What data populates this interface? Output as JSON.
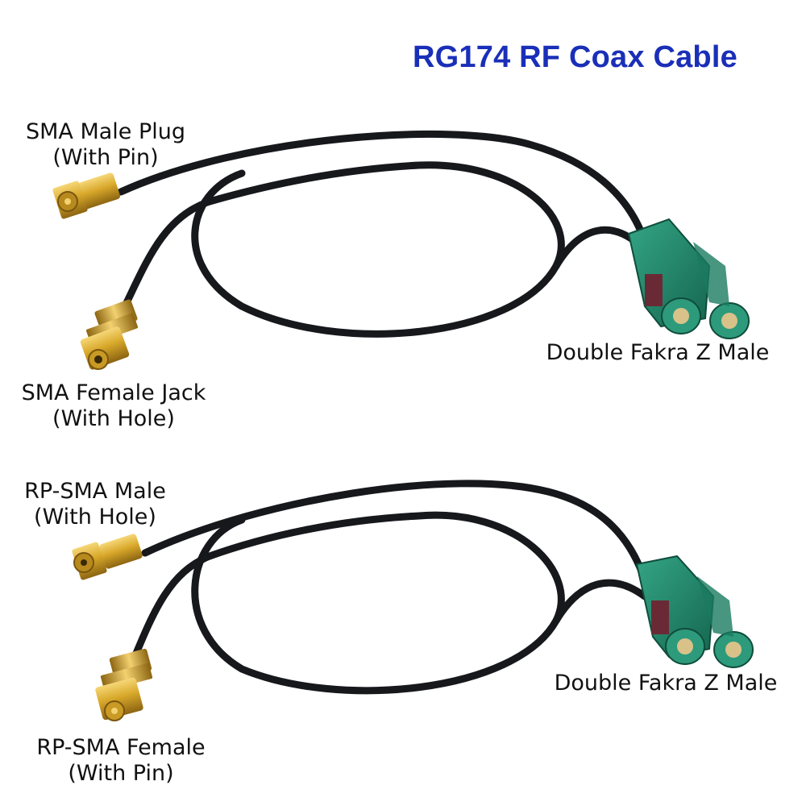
{
  "title": "RG174 RF Coax Cable",
  "colors": {
    "title": "#1a2fb8",
    "cable": "#16181c",
    "gold": "#d8a82a",
    "fakra_green": "#1f8a6e",
    "fakra_purple": "#6a2a35"
  },
  "top_set": {
    "sma_male": {
      "line1": "SMA Male Plug",
      "line2": "(With Pin)"
    },
    "sma_female": {
      "line1": "SMA Female Jack",
      "line2": "(With Hole)"
    },
    "fakra": {
      "line1": "Double Fakra Z Male"
    }
  },
  "bottom_set": {
    "rp_sma_male": {
      "line1": "RP-SMA Male",
      "line2": "(With Hole)"
    },
    "rp_sma_female": {
      "line1": "RP-SMA Female",
      "line2": "(With Pin)"
    },
    "fakra": {
      "line1": "Double Fakra Z Male"
    }
  }
}
